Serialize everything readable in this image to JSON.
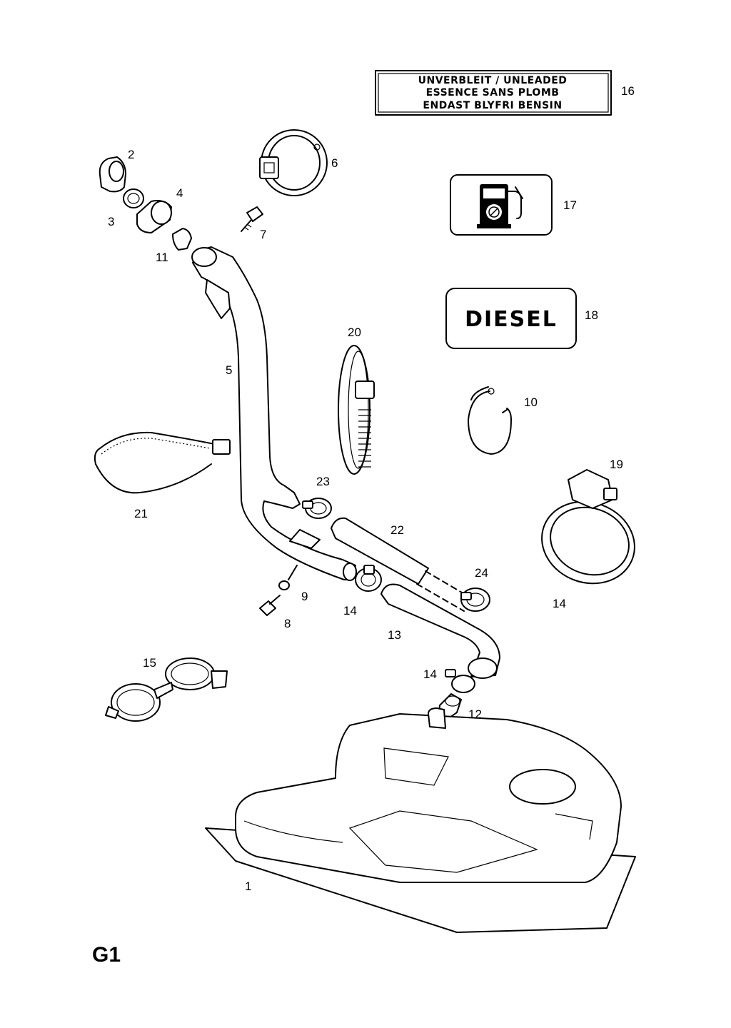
{
  "page_code": "G1",
  "unleaded_label": {
    "lines": [
      "UNVERBLEIT / UNLEADED",
      "ESSENCE SANS PLOMB",
      "ENDAST BLYFRI BENSIN"
    ]
  },
  "diesel_label": "DIESEL",
  "fuel_pump_icon": "fuel-pump-no-lead-icon",
  "callouts": {
    "c1": "1",
    "c2": "2",
    "c3": "3",
    "c4": "4",
    "c5": "5",
    "c6": "6",
    "c7": "7",
    "c8": "8",
    "c9": "9",
    "c10": "10",
    "c11": "11",
    "c12": "12",
    "c13": "13",
    "c14a": "14",
    "c14b": "14",
    "c14c": "14",
    "c15": "15",
    "c16": "16",
    "c17": "17",
    "c18": "18",
    "c19": "19",
    "c20": "20",
    "c21": "21",
    "c22": "22",
    "c23": "23",
    "c24": "24"
  }
}
